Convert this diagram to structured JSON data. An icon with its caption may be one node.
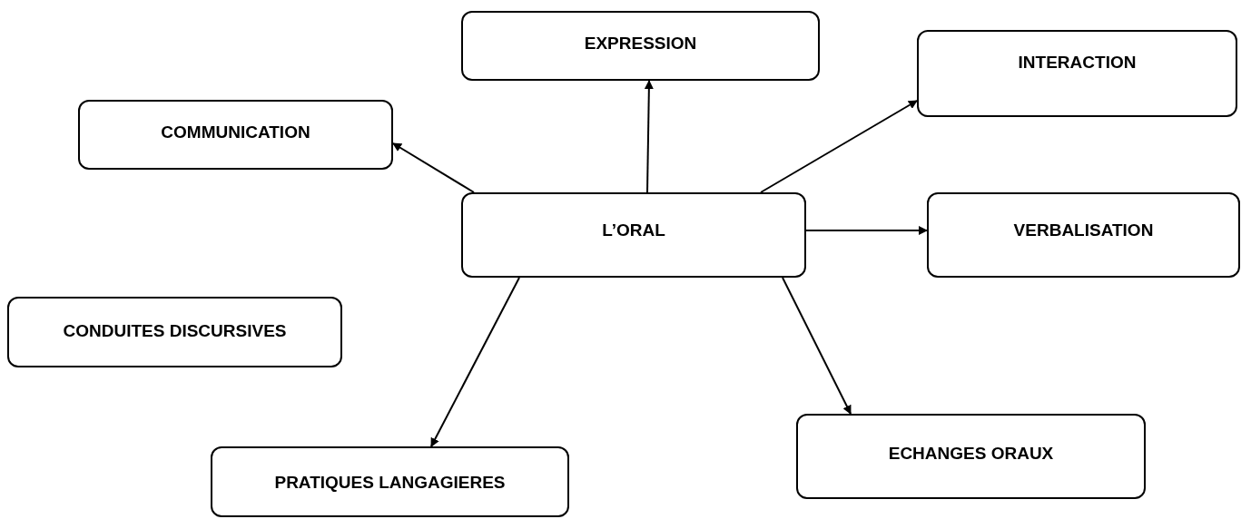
{
  "diagram": {
    "nodes": [
      {
        "text": [
          "L’ORAL"
        ]
      },
      {
        "text": [
          "COMMUNICATION"
        ]
      },
      {
        "text": [
          "EXPRESSION"
        ]
      },
      {
        "text": [
          "INTERACTION"
        ]
      },
      {
        "text": [
          "VERBALISATION"
        ]
      },
      {
        "text": [
          "CONDUITES DISCURSIVES"
        ]
      },
      {
        "text": [
          "PRATIQUES LANGAGIERES"
        ]
      },
      {
        "text": [
          "ECHANGES ORAUX"
        ]
      }
    ],
    "edges": [
      {
        "from": 0,
        "to": 1,
        "arrow": "to"
      },
      {
        "from": 0,
        "to": 2,
        "arrow": "to"
      },
      {
        "from": 0,
        "to": 3,
        "arrow": "to"
      },
      {
        "from": 0,
        "to": 4,
        "arrow": "to"
      },
      {
        "from": 0,
        "to": 6,
        "arrow": "to"
      },
      {
        "from": 0,
        "to": 7,
        "arrow": "to"
      }
    ]
  }
}
